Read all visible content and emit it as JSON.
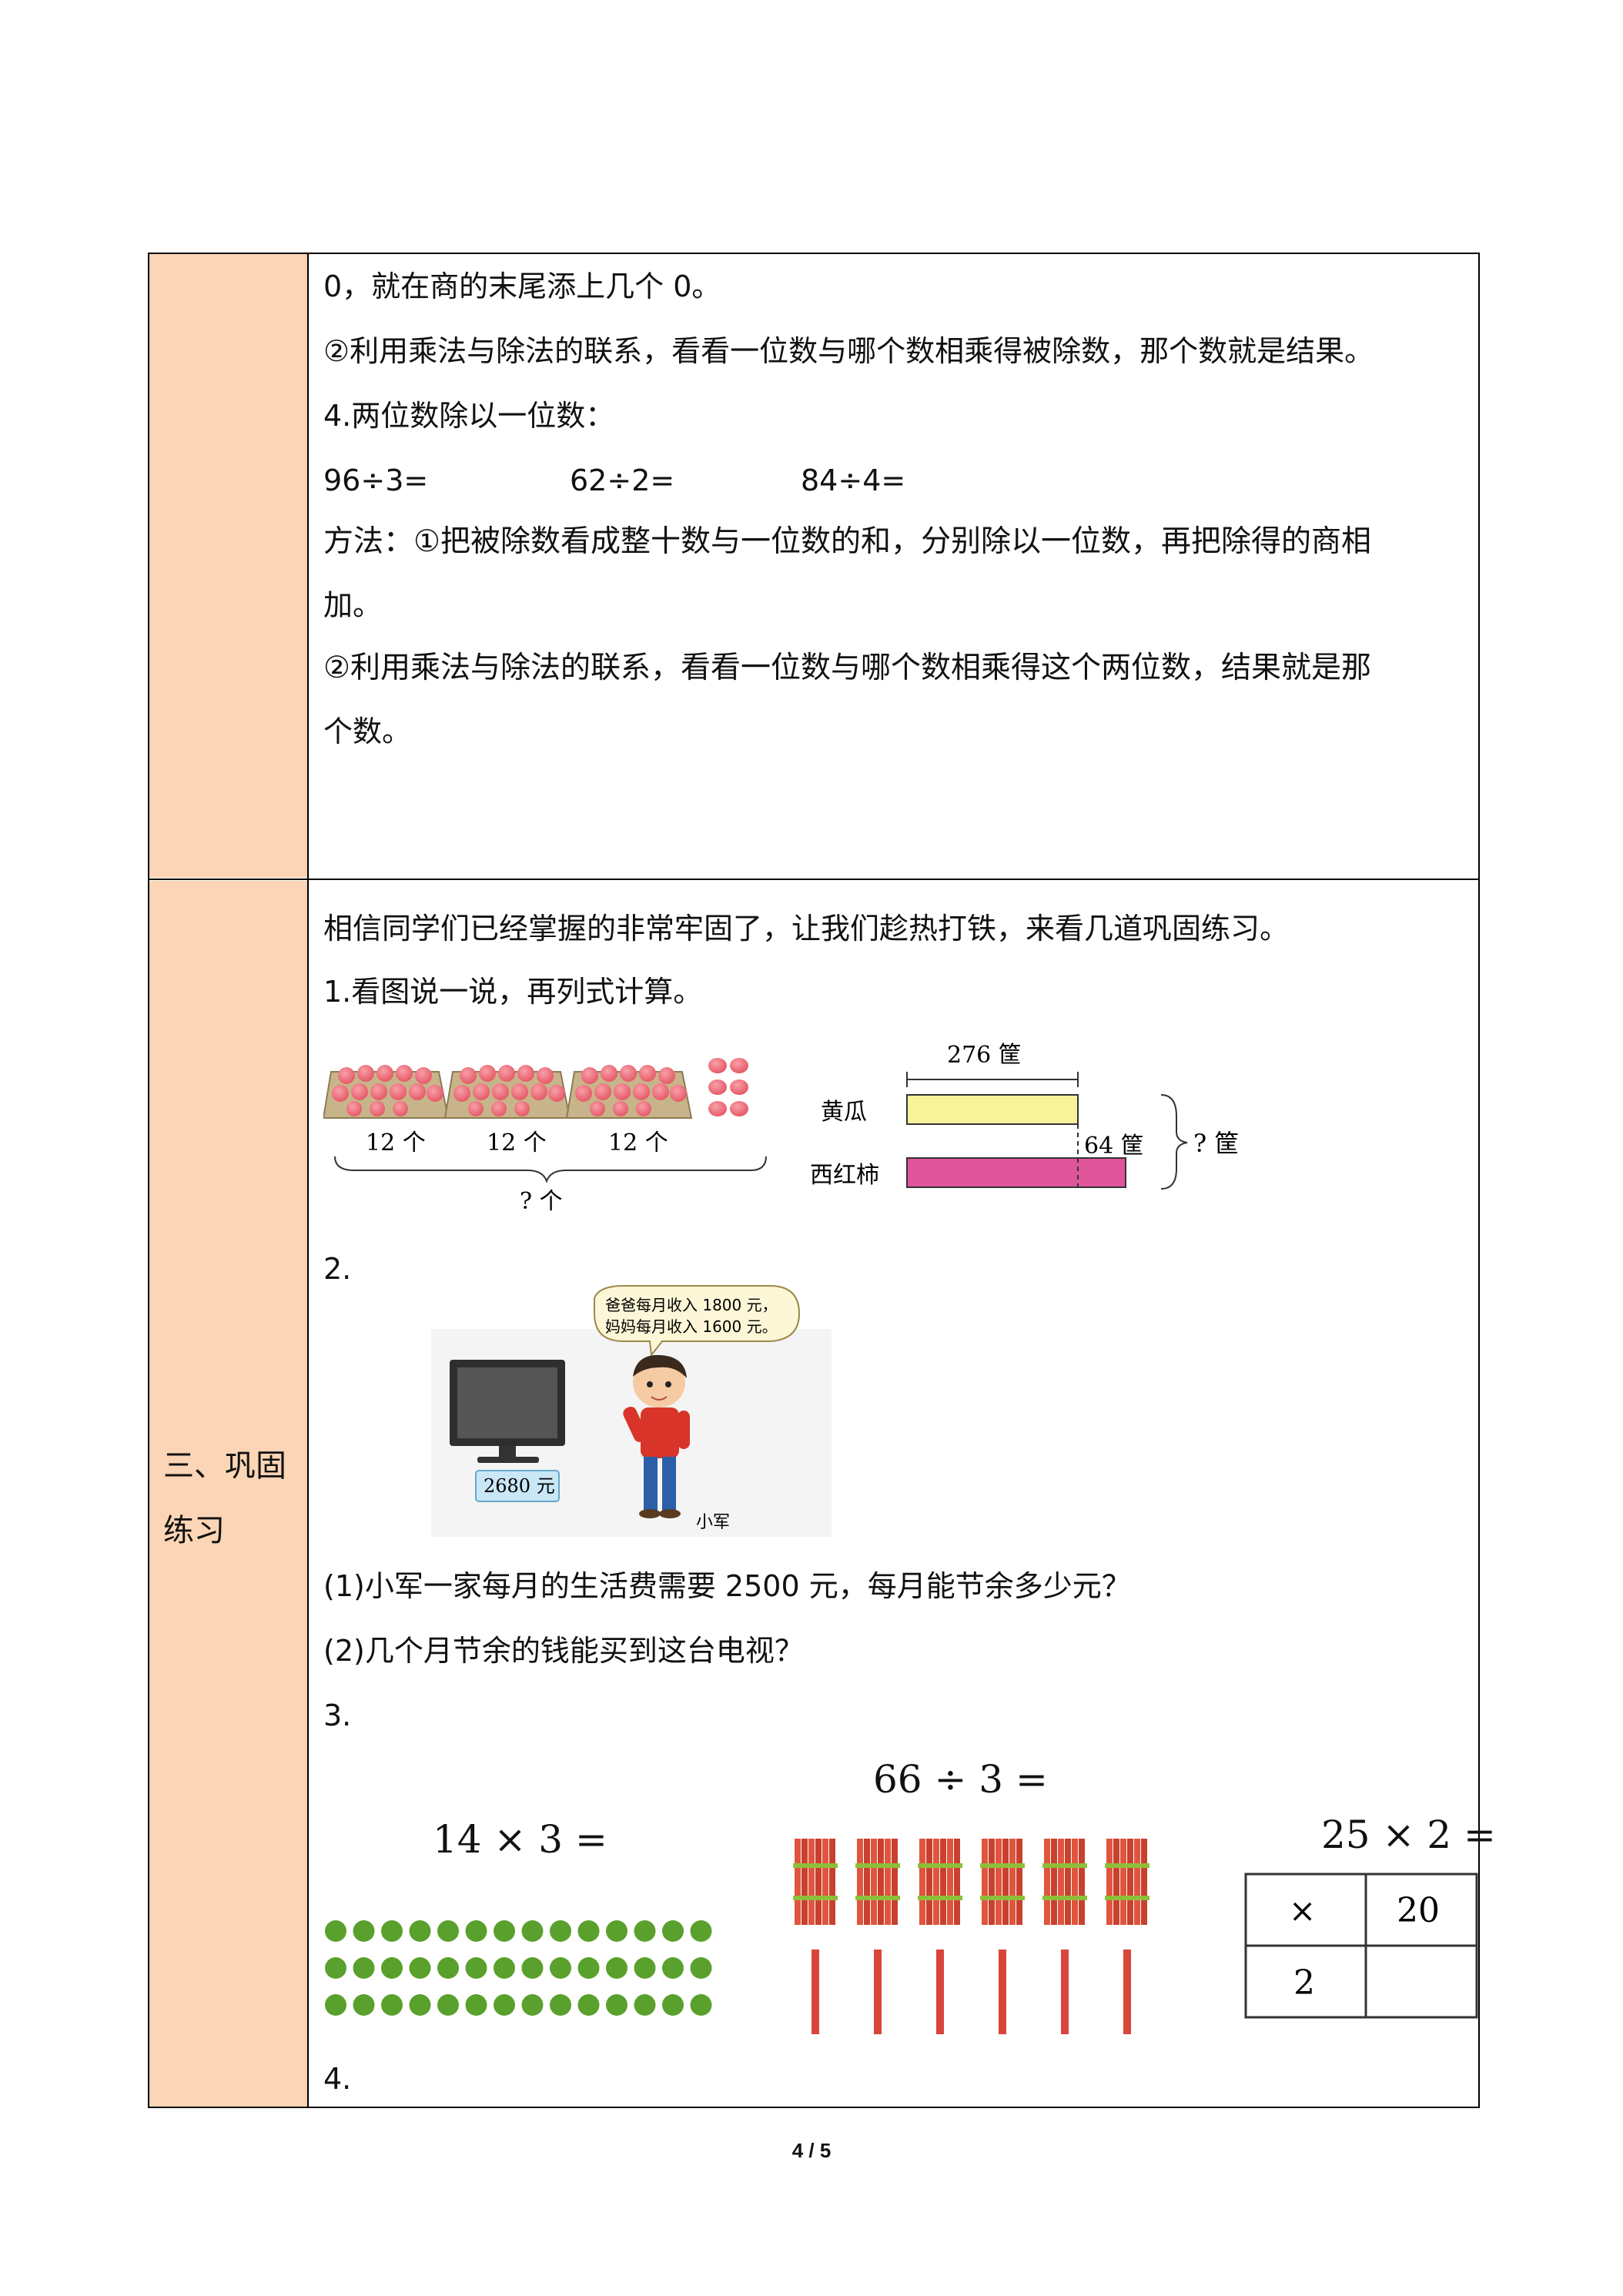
{
  "row1": {
    "lines": [
      "0，就在商的末尾添上几个 0。",
      "②利用乘法与除法的联系，看看一位数与哪个数相乘得被除数，那个数就是结果。",
      "4.两位数除以一位数："
    ],
    "expressions": [
      "96÷3=",
      "62÷2=",
      "84÷4="
    ],
    "method_lines": [
      "方法：①把被除数看成整十数与一位数的和，分别除以一位数，再把除得的商相",
      "加。",
      "②利用乘法与除法的联系，看看一位数与哪个数相乘得这个两位数，结果就是那",
      "个数。"
    ]
  },
  "row2": {
    "label_line1": "三、巩固",
    "label_line2": "练习",
    "intro": "相信同学们已经掌握的非常牢固了，让我们趁热打铁，来看几道巩固练习。",
    "q1_title": "1.看图说一说，再列式计算。",
    "q1_fig_a": {
      "tray_labels": [
        "12 个",
        "12 个",
        "12 个"
      ],
      "total_label": "? 个"
    },
    "q1_fig_b": {
      "top_label": "276 筐",
      "row1_label": "黄瓜",
      "row2_label": "西红柿",
      "diff_label": "64 筐",
      "total_label": "? 筐",
      "colors": {
        "cucumber": "#f7f39a",
        "tomato": "#e0559a"
      }
    },
    "q2_title": "2.",
    "q2_fig": {
      "speech_line1": "爸爸每月收入 1800 元，",
      "speech_line2": "妈妈每月收入 1600 元。",
      "tv_price": "2680 元",
      "boy_name": "小军"
    },
    "q2_sub1": "(1)小军一家每月的生活费需要 2500 元，每月能节余多少元？",
    "q2_sub2": "(2)几个月节余的钱能买到这台电视？",
    "q3_title": "3.",
    "q3_fig": {
      "expr_a": "14 × 3 =",
      "expr_b": "66 ÷ 3 =",
      "expr_c": "25 × 2 =",
      "grid_cells": [
        "×",
        "20",
        "2",
        ""
      ]
    },
    "q4_title": "4."
  },
  "footer": {
    "page": "4 / 5"
  }
}
